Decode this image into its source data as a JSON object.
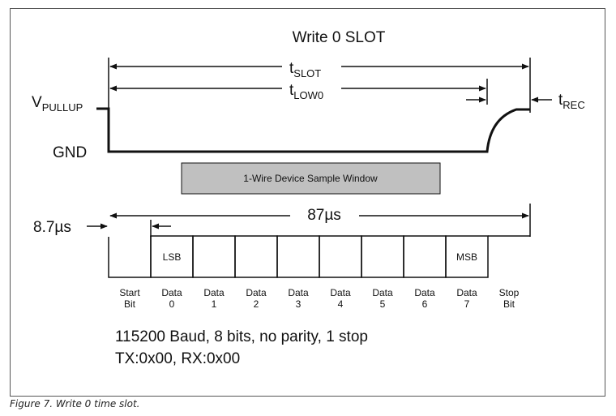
{
  "diagram": {
    "title": "Write 0 SLOT",
    "t_slot": {
      "base": "t",
      "sub": "SLOT"
    },
    "t_low0": {
      "base": "t",
      "sub": "LOW0"
    },
    "t_rec": {
      "base": "t",
      "sub": "REC"
    },
    "v_pullup": {
      "base": "V",
      "sub": "PULLUP"
    },
    "gnd": "GND",
    "sample_window": "1-Wire Device Sample Window",
    "period_87": "87µs",
    "period_8_7": "8.7µs",
    "bits": [
      {
        "box": "",
        "line1": "Start",
        "line2": "Bit"
      },
      {
        "box": "LSB",
        "line1": "Data",
        "line2": "0"
      },
      {
        "box": "",
        "line1": "Data",
        "line2": "1"
      },
      {
        "box": "",
        "line1": "Data",
        "line2": "2"
      },
      {
        "box": "",
        "line1": "Data",
        "line2": "3"
      },
      {
        "box": "",
        "line1": "Data",
        "line2": "4"
      },
      {
        "box": "",
        "line1": "Data",
        "line2": "5"
      },
      {
        "box": "",
        "line1": "Data",
        "line2": "6"
      },
      {
        "box": "MSB",
        "line1": "Data",
        "line2": "7"
      },
      {
        "box": "",
        "line1": "Stop",
        "line2": "Bit"
      }
    ],
    "note_line1": "115200 Baud, 8 bits, no parity, 1 stop",
    "note_line2": "TX:0x00, RX:0x00",
    "colors": {
      "line": "#111111",
      "window_fill": "#c0c0c0",
      "frame": "#555555"
    }
  },
  "caption": "Figure 7. Write 0 time slot."
}
